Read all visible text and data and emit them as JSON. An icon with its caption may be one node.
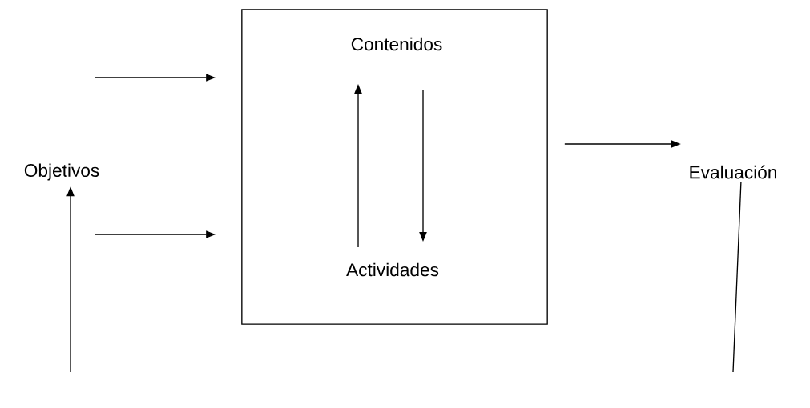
{
  "diagram": {
    "nodes": [
      {
        "text": [
          "Objetivos"
        ]
      },
      {
        "text": [],
        "shape": "box"
      },
      {
        "text": [
          "Contenidos"
        ],
        "in": 1
      },
      {
        "text": [
          "Actividades"
        ],
        "in": 1
      },
      {
        "text": [
          "Evaluación"
        ]
      }
    ],
    "edges": [
      {
        "from": null,
        "to": 1,
        "arrow": "to"
      },
      {
        "from": null,
        "to": 1,
        "arrow": "to"
      },
      {
        "from": 3,
        "to": 2,
        "arrow": "to"
      },
      {
        "from": 2,
        "to": 3,
        "arrow": "to"
      },
      {
        "from": 1,
        "to": 4,
        "arrow": "to"
      },
      {
        "from": 4,
        "to": null,
        "arrow": "none"
      },
      {
        "from": null,
        "to": 0,
        "arrow": "to"
      }
    ]
  }
}
